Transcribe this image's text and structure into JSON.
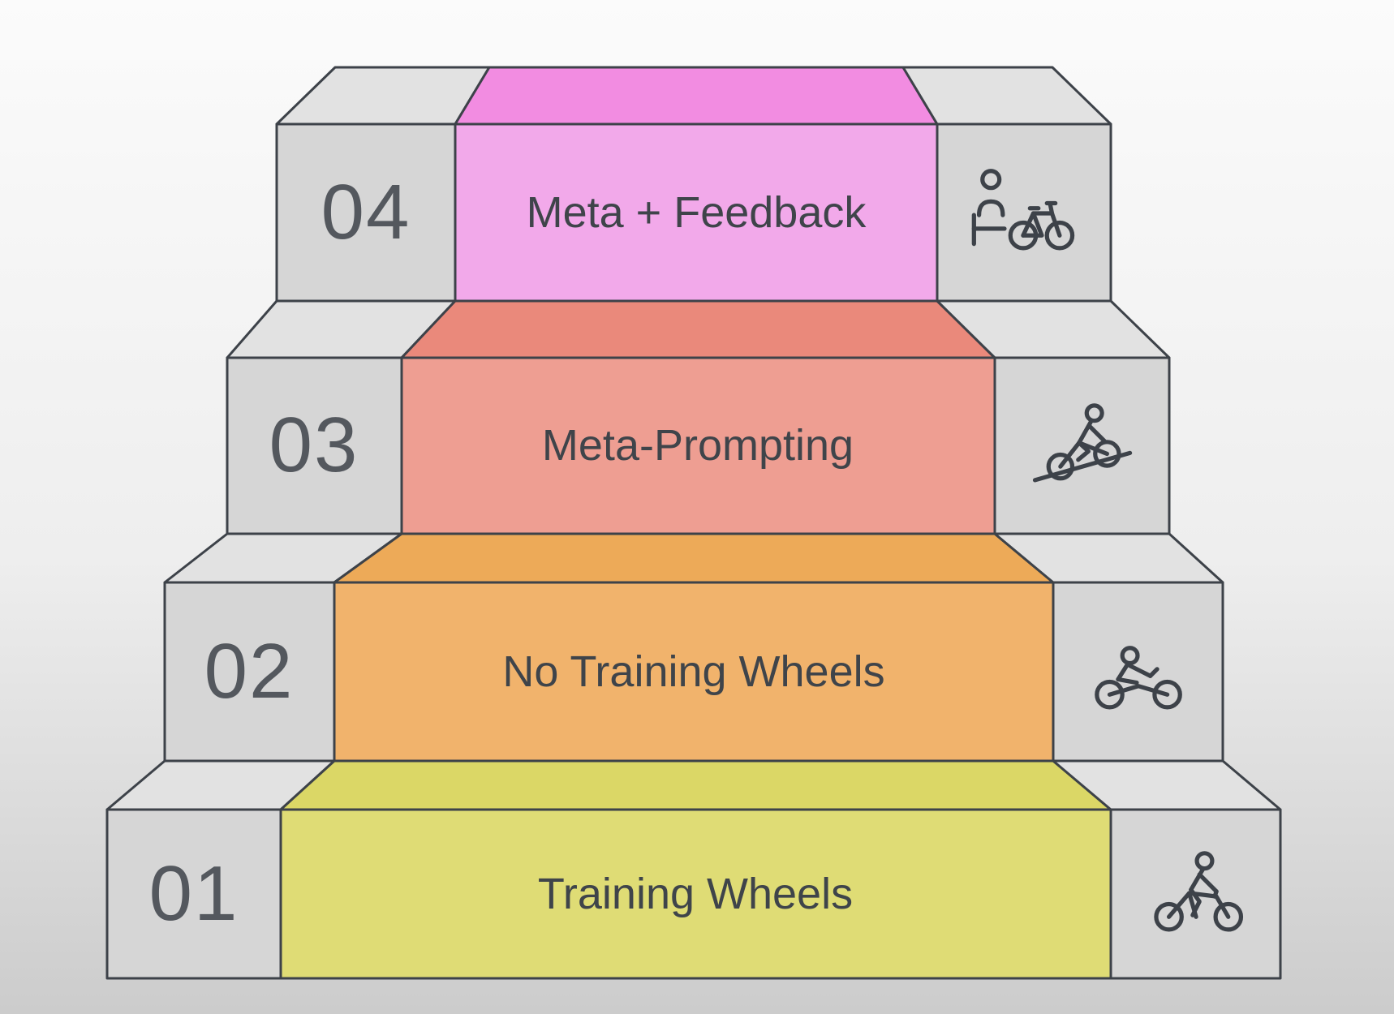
{
  "background": {
    "top": "#fbfbfb",
    "mid": "#eeeeee",
    "bottom": "#cccccc"
  },
  "outline_color": "#3d4249",
  "gray_top": "#e2e2e2",
  "gray_front": "#d6d6d6",
  "number_color": "#54585e",
  "label_color": "#3f444a",
  "steps": [
    {
      "number": "01",
      "label": "Training Wheels",
      "top_color": "#dbd766",
      "front_color": "#dfdc75",
      "icon": "cyclist-upright-icon"
    },
    {
      "number": "02",
      "label": "No Training Wheels",
      "top_color": "#edaa58",
      "front_color": "#f1b36c",
      "icon": "cyclist-low-rider-icon"
    },
    {
      "number": "03",
      "label": "Meta-Prompting",
      "top_color": "#ea897b",
      "front_color": "#ee9e92",
      "icon": "cyclist-slope-icon"
    },
    {
      "number": "04",
      "label": "Meta + Feedback",
      "top_color": "#f28ce1",
      "front_color": "#f2a9ea",
      "icon": "person-with-bicycle-icon"
    }
  ]
}
